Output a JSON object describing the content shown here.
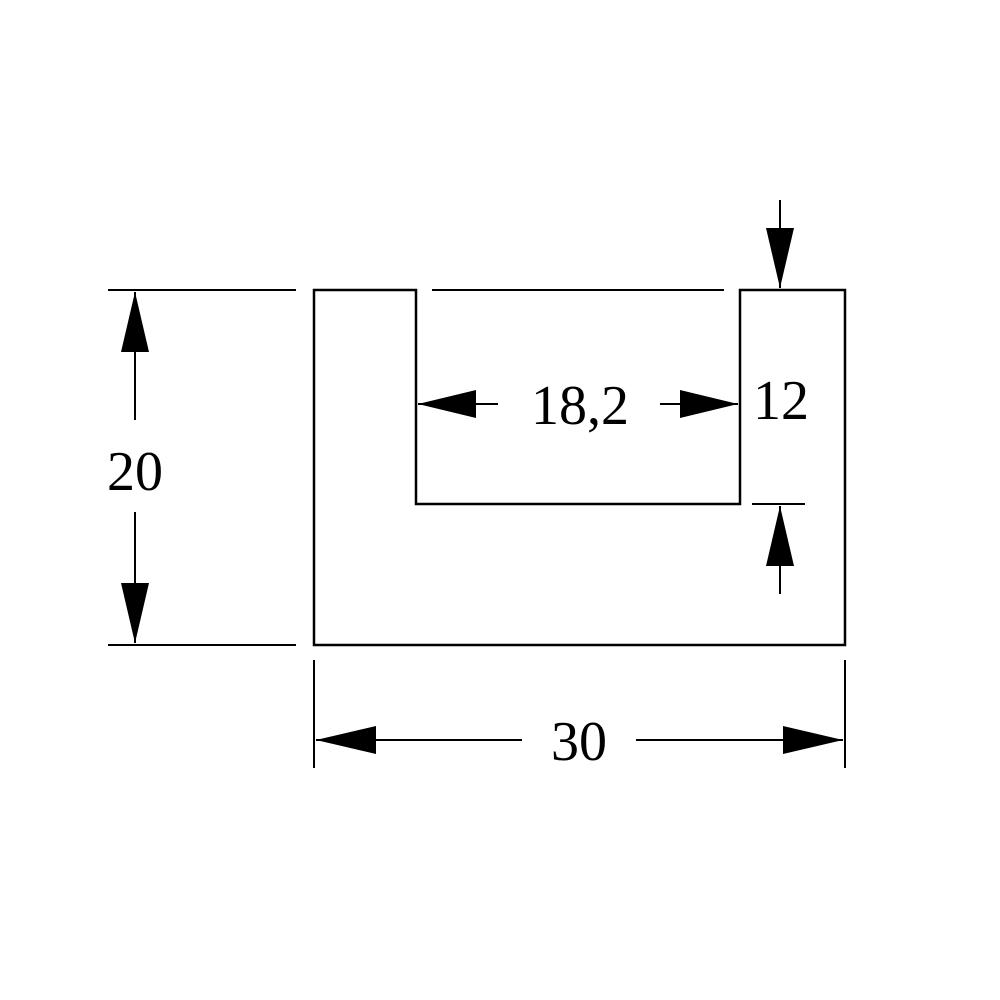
{
  "dimensions": {
    "height": "20",
    "width": "30",
    "inner_width": "18,2",
    "depth": "12"
  }
}
